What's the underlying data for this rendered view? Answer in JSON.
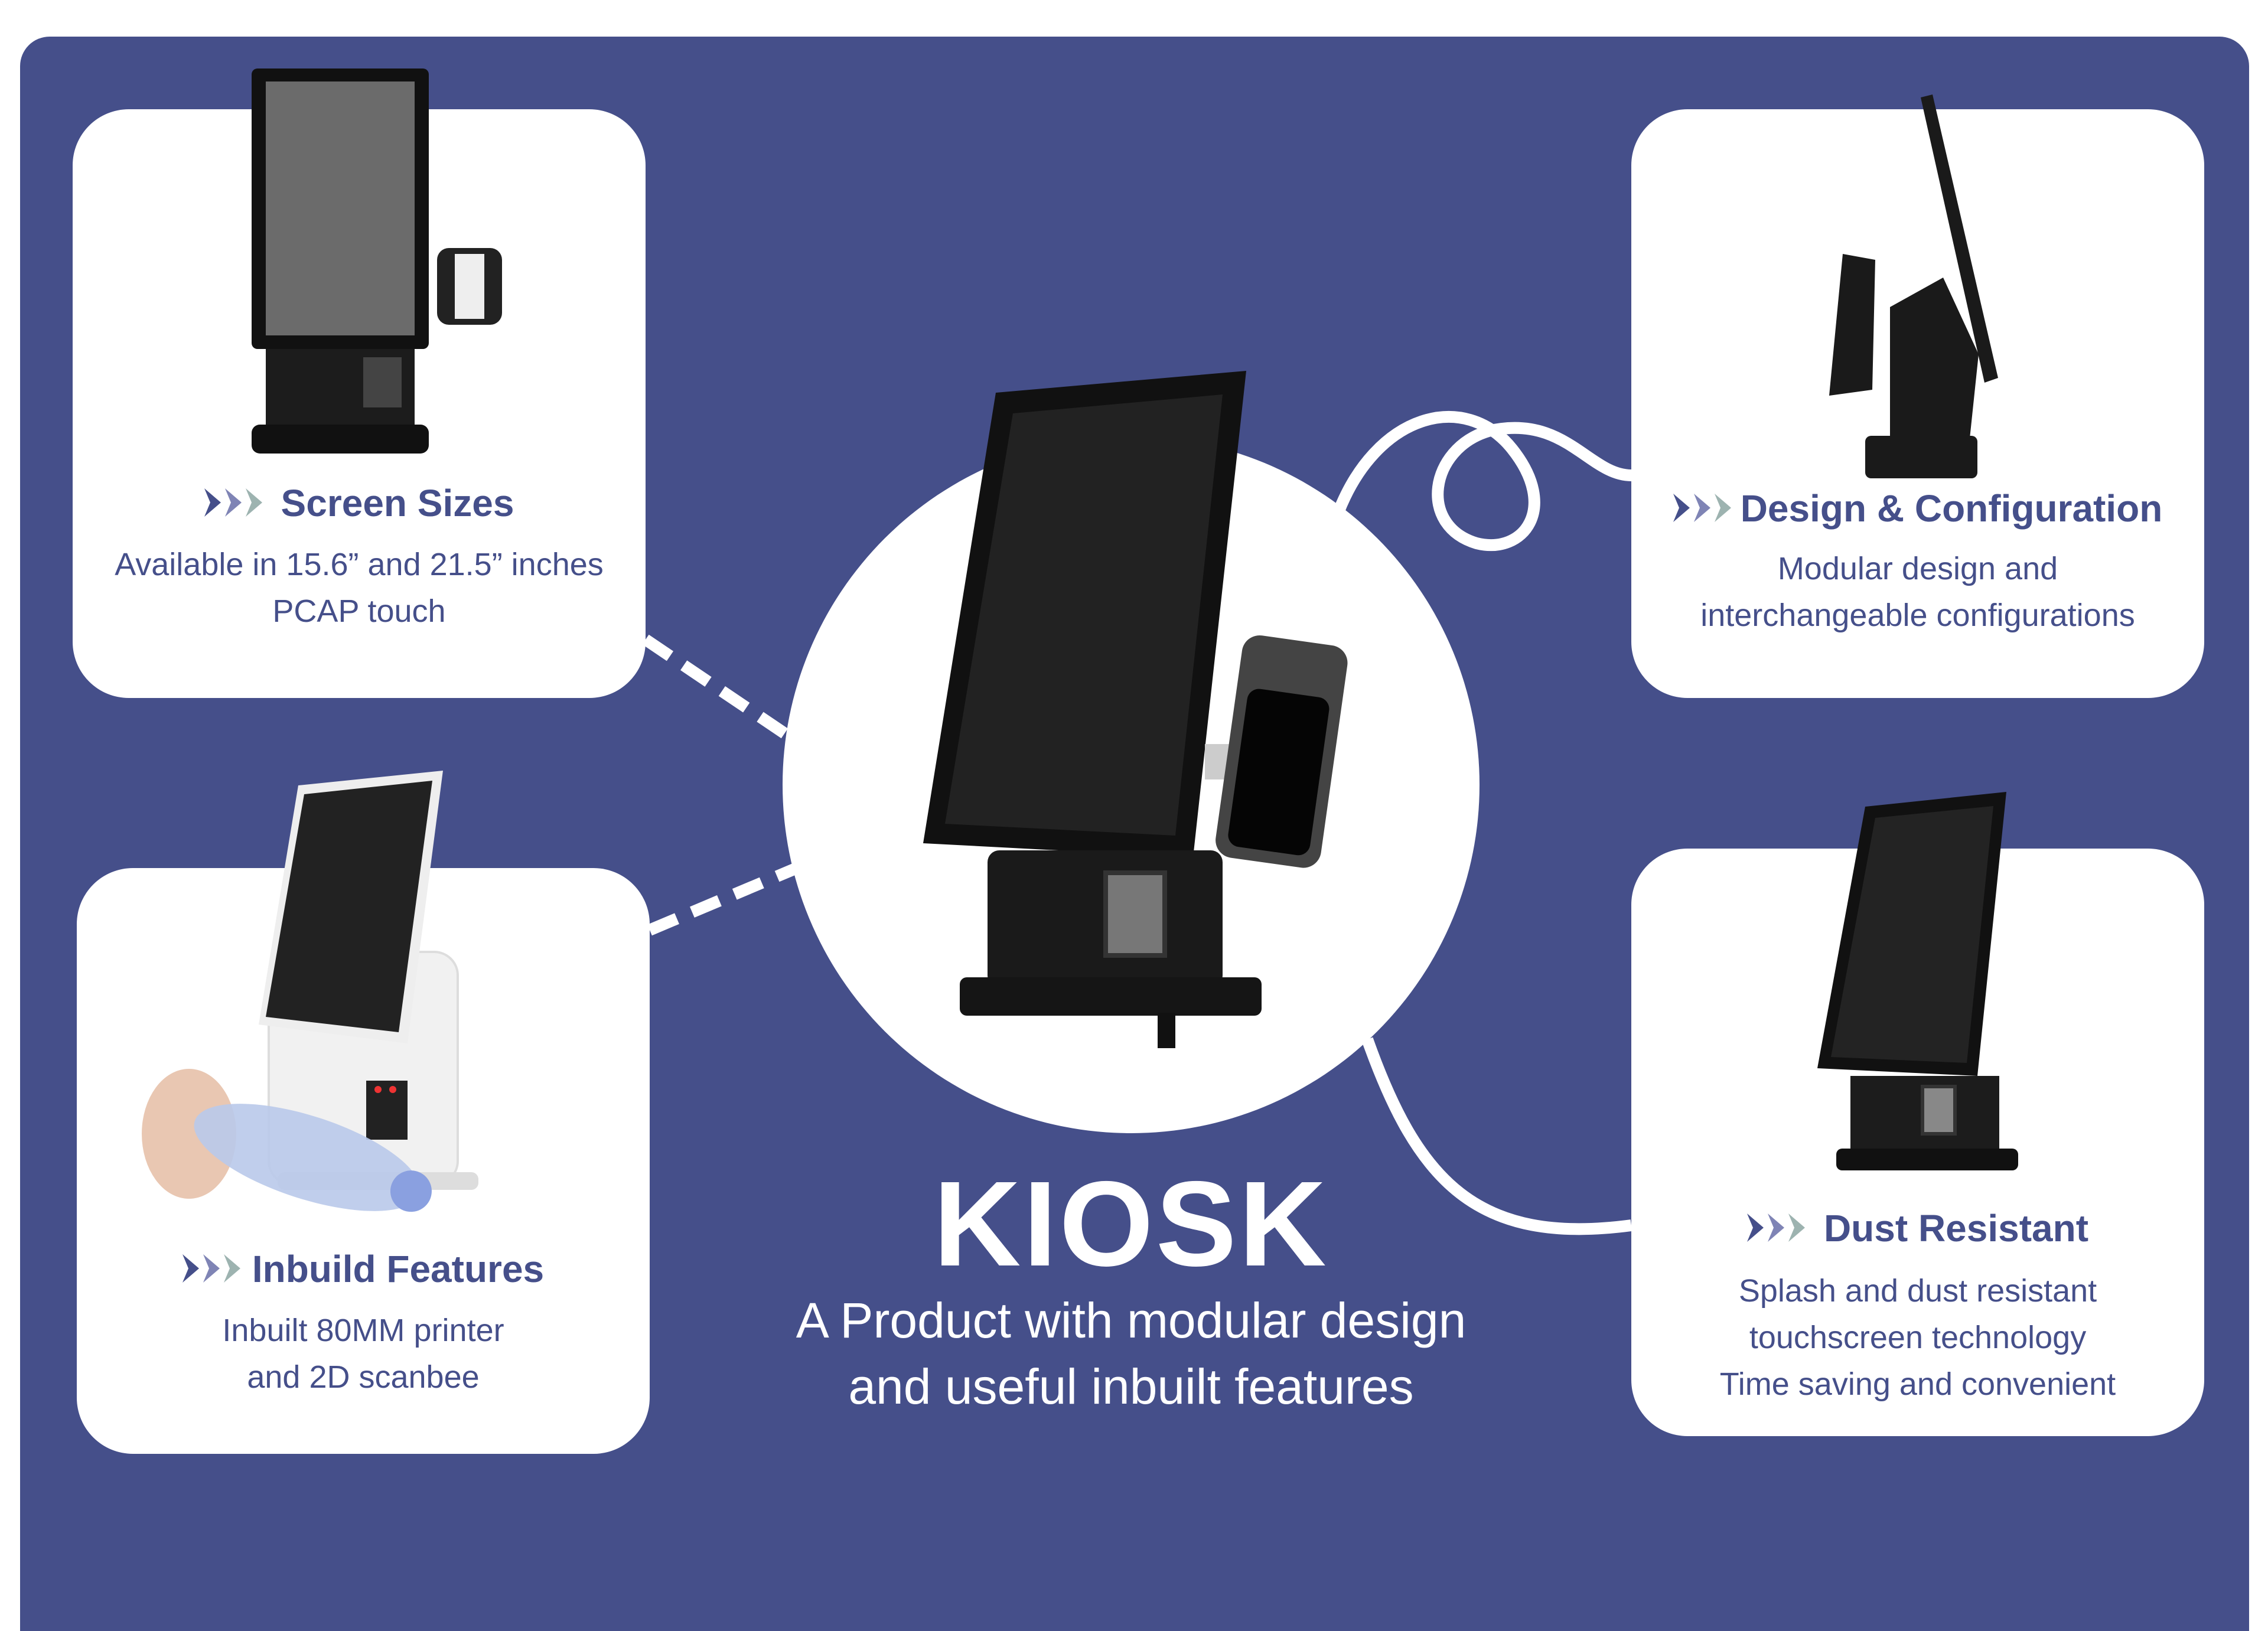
{
  "title": "KIOSK",
  "subtitle": [
    "A Product with modular design",
    "and useful inbuilt features"
  ],
  "colors": {
    "panel": "#454f8a",
    "text": "#454f8a",
    "chevrons": [
      "#454f8a",
      "#7f84b5",
      "#9db3b0"
    ]
  },
  "features": [
    {
      "title": "Screen Sizes",
      "lines": [
        "Available in 15.6” and 21.5” inches",
        "PCAP touch"
      ]
    },
    {
      "title": "Design & Configuration",
      "lines": [
        "Modular design and",
        "interchangeable configurations"
      ]
    },
    {
      "title": "Inbuild Features",
      "lines": [
        "Inbuilt 80MM printer",
        "and 2D scanbee"
      ]
    },
    {
      "title": "Dust Resistant",
      "lines": [
        "Splash and dust resistant",
        "touchscreen technology",
        "Time saving and convenient"
      ]
    }
  ]
}
